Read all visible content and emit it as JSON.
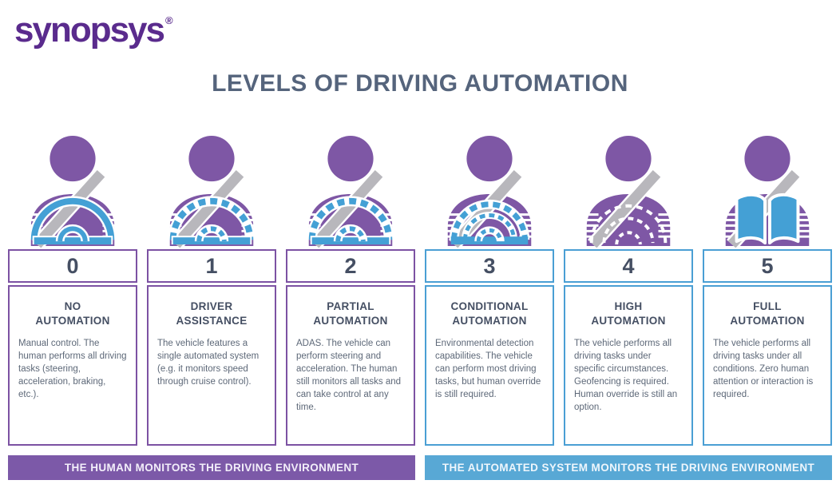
{
  "logo": {
    "text": "synopsys",
    "registered": "®"
  },
  "title": "LEVELS OF DRIVING AUTOMATION",
  "colors": {
    "brand_purple": "#5a2b8d",
    "person_purple": "#7e57a5",
    "card_border_purple": "#7c52a3",
    "card_border_blue": "#4a9fd4",
    "banner_purple": "#7c59a8",
    "banner_blue": "#58a8d5",
    "wheel_blue": "#44a0d5",
    "seatbelt_gray": "#b8b7bc",
    "heading_slate": "#454f63",
    "body_gray": "#5d6878",
    "title_slate": "#55647c"
  },
  "icons": [
    {
      "name": "driver-wheel-solid-icon",
      "meaning": "human driver, hands on solid steering wheel"
    },
    {
      "name": "driver-wheel-dashed-icon",
      "meaning": "human driver, dashed steering wheel"
    },
    {
      "name": "driver-wheel-dashed-icon",
      "meaning": "human driver, dashed steering wheel"
    },
    {
      "name": "driver-wheel-dashed-double-icon",
      "meaning": "human driver, double dashed steering wheel"
    },
    {
      "name": "driver-wheel-ghost-icon",
      "meaning": "human passenger, ghost outline steering wheel"
    },
    {
      "name": "passenger-reading-book-icon",
      "meaning": "human passenger reading a book"
    }
  ],
  "levels": [
    {
      "number": "0",
      "name": "NO\nAUTOMATION",
      "description": "Manual control. The human performs all driving tasks (steering, acceleration, braking, etc.)."
    },
    {
      "number": "1",
      "name": "DRIVER\nASSISTANCE",
      "description": "The vehicle features a single automated system (e.g. it monitors speed through cruise control)."
    },
    {
      "number": "2",
      "name": "PARTIAL\nAUTOMATION",
      "description": "ADAS. The vehicle can perform steering and acceleration. The human still monitors all tasks and can take control at any time."
    },
    {
      "number": "3",
      "name": "CONDITIONAL\nAUTOMATION",
      "description": "Environmental detection capabilities. The vehicle can perform most driving tasks, but human override is still required."
    },
    {
      "number": "4",
      "name": "HIGH\nAUTOMATION",
      "description": "The vehicle performs all driving tasks under specific circumstances. Geofencing is required. Human override is still an option."
    },
    {
      "number": "5",
      "name": "FULL\nAUTOMATION",
      "description": "The vehicle performs all driving tasks under all conditions. Zero human attention or interaction is required."
    }
  ],
  "banners": {
    "human": "THE HUMAN MONITORS THE DRIVING ENVIRONMENT",
    "automated": "THE AUTOMATED SYSTEM MONITORS THE DRIVING ENVIRONMENT"
  }
}
